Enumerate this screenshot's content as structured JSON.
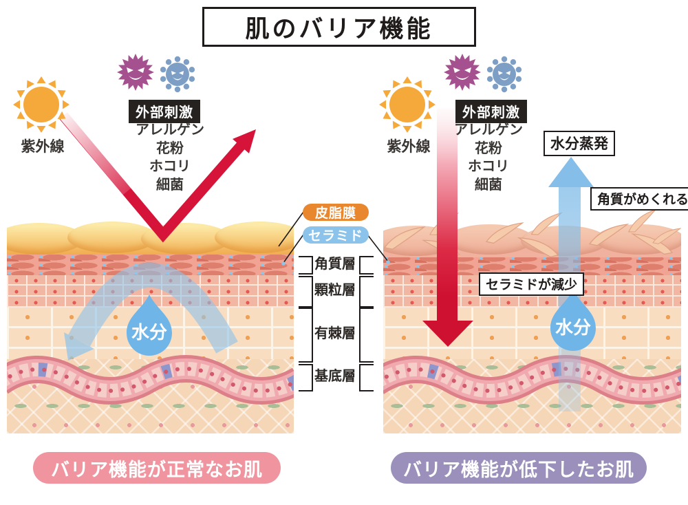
{
  "title": "肌のバリア機能",
  "center": {
    "sebum_label": "皮脂膜",
    "ceramide_label": "セラミド",
    "layer_labels": [
      "角質層",
      "顆粒層",
      "有棘層",
      "基底層"
    ]
  },
  "left": {
    "uv_label": "紫外線",
    "stimuli_badge": "外部刺激",
    "stimuli_items": [
      "アレルゲン",
      "花粉",
      "ホコリ",
      "細菌"
    ],
    "water_label": "水分",
    "caption": "バリア機能が正常なお肌"
  },
  "right": {
    "uv_label": "紫外線",
    "stimuli_badge": "外部刺激",
    "stimuli_items": [
      "アレルゲン",
      "花粉",
      "ホコリ",
      "細菌"
    ],
    "evaporation_label": "水分蒸発",
    "peeling_label": "角質がめくれる",
    "ceramide_decrease_label": "セラミドが減少",
    "water_label": "水分",
    "caption": "バリア機能が低下したお肌"
  },
  "colors": {
    "red_arrow": "#D6143A",
    "sun_orange": "#F5A93B",
    "germ_purple": "#A5518F",
    "virus_blue": "#7E9FC5",
    "stimuli_badge_bg": "#262220",
    "sebum_pill": "#E8872E",
    "ceramide_pill": "#8CC3EA",
    "water_blue": "#6FB5E8",
    "arc_blue": "#97C6E8",
    "caption_left_bg": "#F0959F",
    "caption_right_bg": "#9A90BB"
  }
}
